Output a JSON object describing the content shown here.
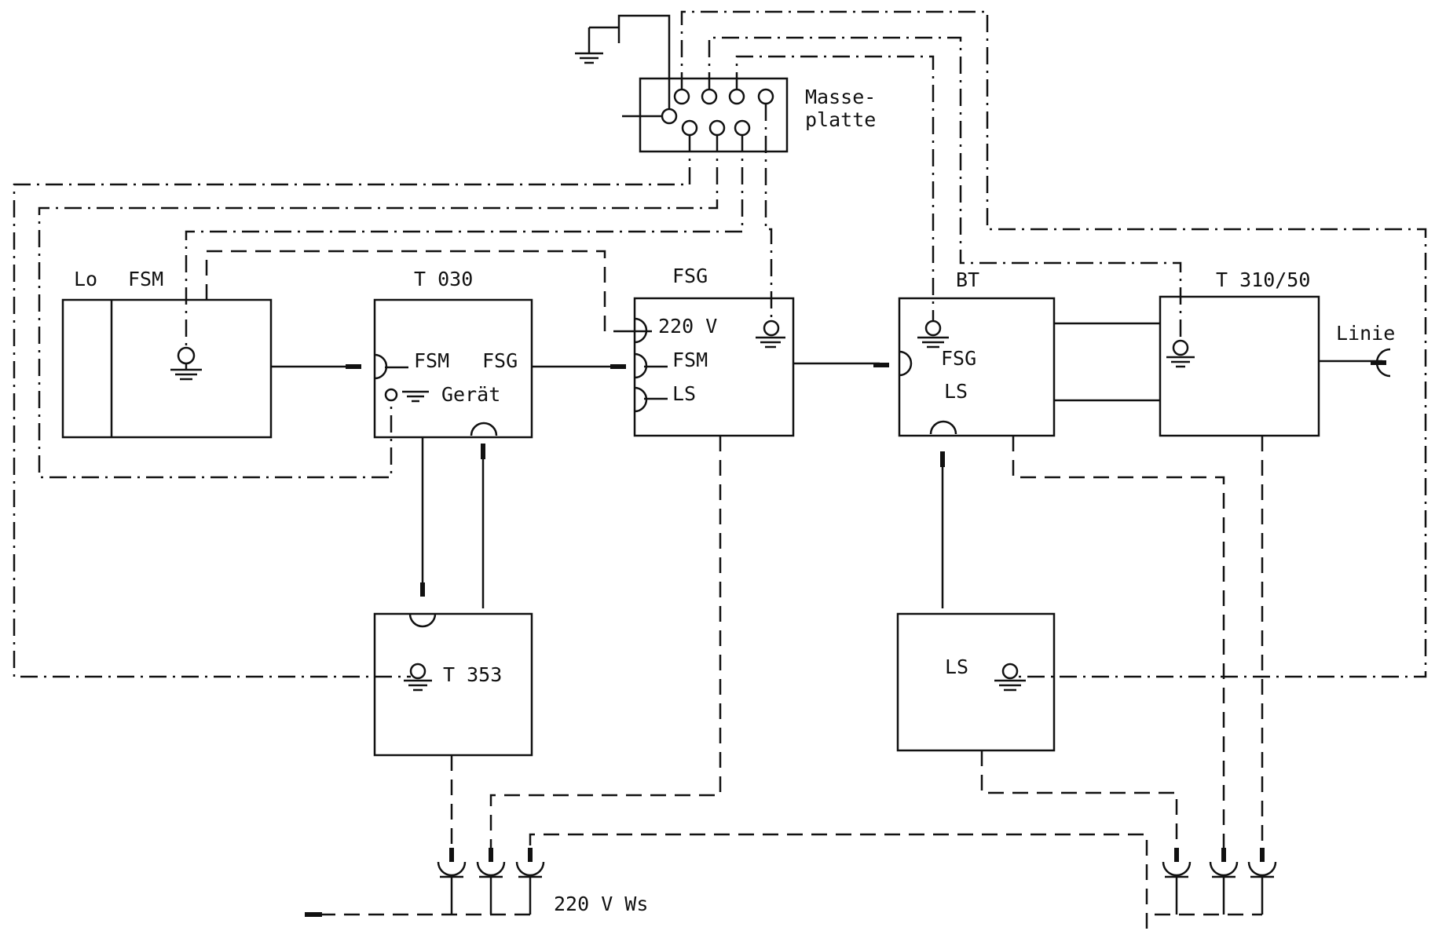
{
  "labels": {
    "masse1": "Masse-",
    "masse2": "platte",
    "lo": "Lo",
    "fsm_top": "FSM",
    "t030": "T 030",
    "t030_fsm": "FSM",
    "t030_fsg": "FSG",
    "t030_geraet": "Gerät",
    "fsg": "FSG",
    "fsg_220": "220 V",
    "fsg_fsm": "FSM",
    "fsg_ls": "LS",
    "bt": "BT",
    "bt_fsg": "FSG",
    "bt_ls": "LS",
    "t310": "T 310/50",
    "linie": "Linie",
    "t353": "T 353",
    "ls": "LS",
    "supply": "220 V Ws"
  }
}
